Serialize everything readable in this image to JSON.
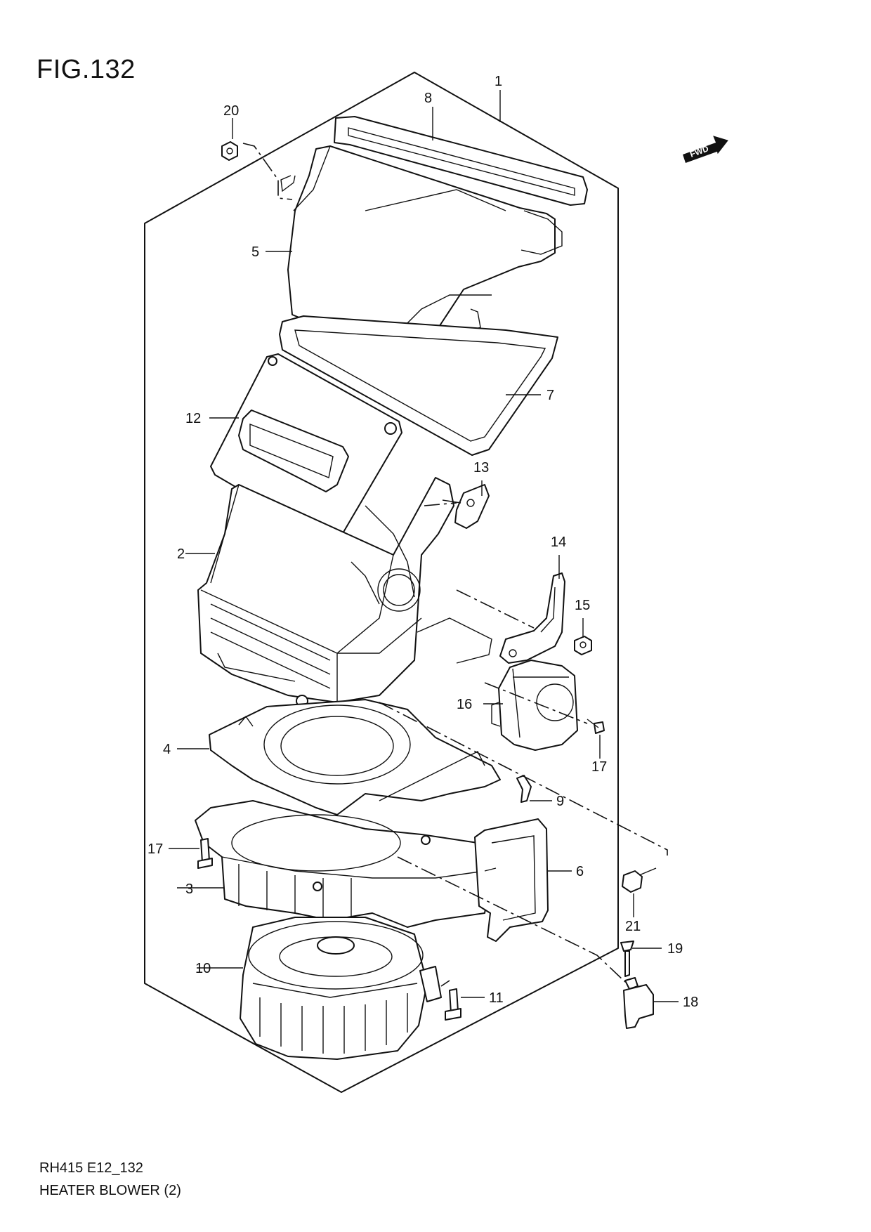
{
  "figure": {
    "title": "FIG.132"
  },
  "footer": {
    "code": "RH415 E12_132",
    "name": "HEATER BLOWER (2)"
  },
  "direction_badge": {
    "label": "FWD"
  },
  "callouts": {
    "c1": "1",
    "c2": "2",
    "c3": "3",
    "c4": "4",
    "c5": "5",
    "c6": "6",
    "c7": "7",
    "c8": "8",
    "c9": "9",
    "c10": "10",
    "c11": "11",
    "c12": "12",
    "c13": "13",
    "c14": "14",
    "c15": "15",
    "c16": "16",
    "c17a": "17",
    "c17b": "17",
    "c18": "18",
    "c19": "19",
    "c20": "20",
    "c21": "21"
  }
}
